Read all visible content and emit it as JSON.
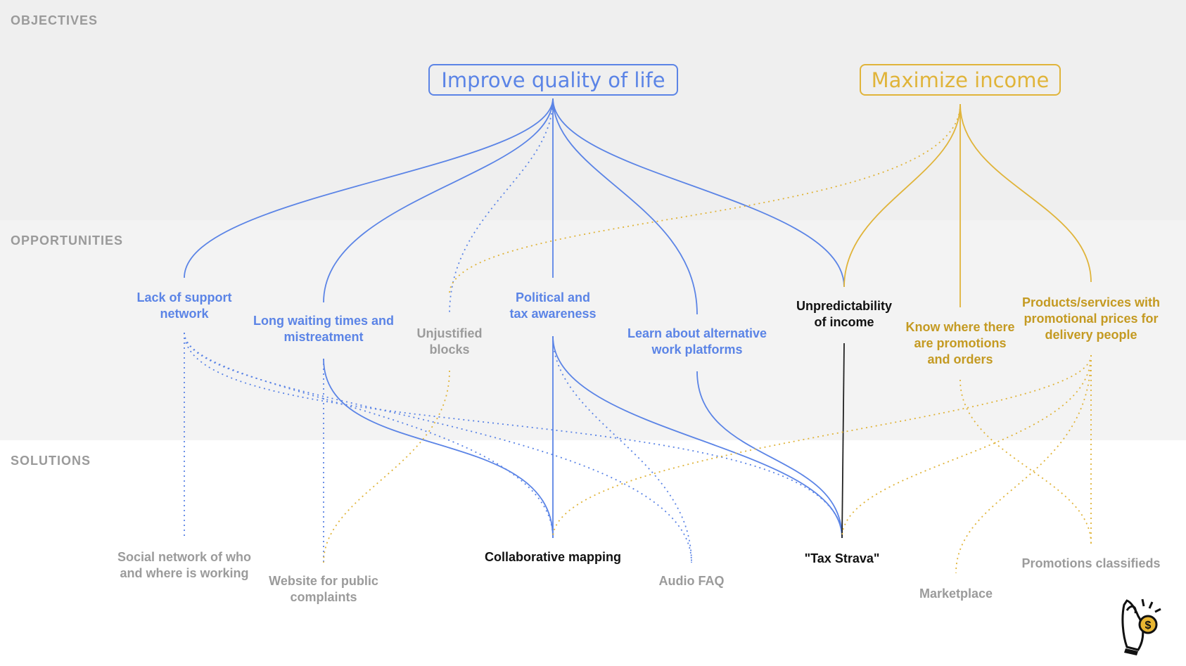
{
  "sections": {
    "objectives": "OBJECTIVES",
    "opportunities": "OPPORTUNITIES",
    "solutions": "SOLUTIONS"
  },
  "objectives": {
    "quality": "Improve quality of life",
    "income": "Maximize income"
  },
  "opportunities": {
    "support": "Lack of support\nnetwork",
    "waiting": "Long waiting times and\nmistreatment",
    "blocks": "Unjustified\nblocks",
    "political": "Political and\ntax awareness",
    "platforms": "Learn about alternative\nwork platforms",
    "unpredictability": "Unpredictability\nof income",
    "promotions": "Know where there\nare promotions\nand orders",
    "products": "Products/services with\npromotional prices for\ndelivery people"
  },
  "solutions": {
    "social": "Social network of who\nand where is working",
    "website": "Website for public\ncomplaints",
    "mapping": "Collaborative mapping",
    "audio": "Audio FAQ",
    "strava": "\"Tax Strava\"",
    "marketplace": "Marketplace",
    "classifieds": "Promotions classifieds"
  },
  "colors": {
    "quality": "#5b84e6",
    "income": "#e0b43a",
    "inactive": "#9b9b9b",
    "active": "#111111"
  },
  "icons": {
    "mascot": "ok-hand-coin-icon"
  }
}
